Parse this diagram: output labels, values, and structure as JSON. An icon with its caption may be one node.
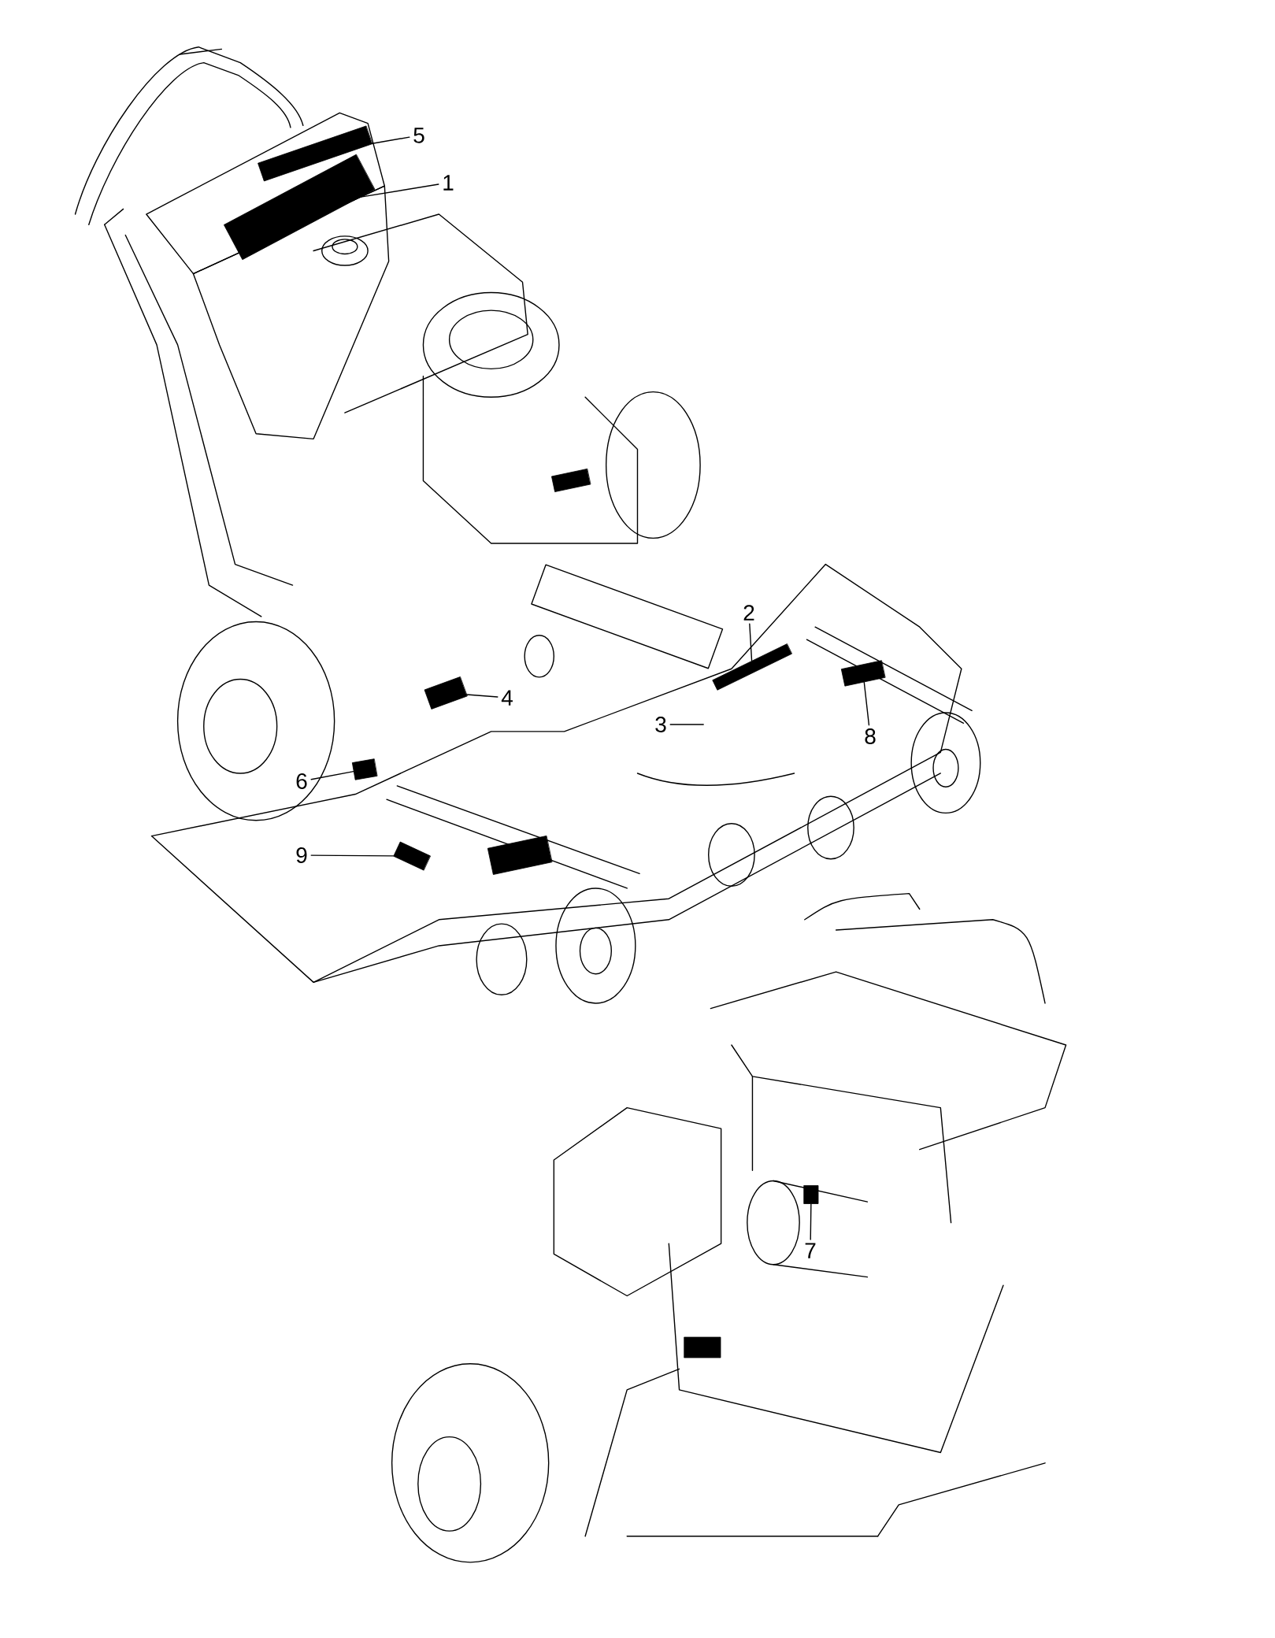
{
  "diagram": {
    "nodes": [
      {
        "text": [
          "5"
        ]
      },
      {
        "text": [
          "1"
        ]
      },
      {
        "text": [
          "2"
        ]
      },
      {
        "text": [
          "4"
        ]
      },
      {
        "text": [
          "3"
        ]
      },
      {
        "text": [
          "8"
        ]
      },
      {
        "text": [
          "6"
        ]
      },
      {
        "text": [
          "9"
        ]
      },
      {
        "text": [
          "7"
        ]
      },
      {
        "text": [],
        "shape": "box"
      },
      {
        "text": [],
        "shape": "box"
      },
      {
        "text": [],
        "shape": "box"
      },
      {
        "text": [],
        "shape": "box"
      },
      {
        "text": [],
        "shape": "box"
      },
      {
        "text": [],
        "shape": "box"
      },
      {
        "text": [],
        "shape": "box"
      },
      {
        "text": [],
        "shape": "box"
      },
      {
        "text": [],
        "shape": "box"
      },
      {
        "text": [],
        "shape": "box"
      },
      {
        "text": [],
        "shape": "box"
      }
    ],
    "edges": [
      {
        "from": 0,
        "to": 9,
        "arrow": "none"
      },
      {
        "from": 1,
        "to": 10,
        "arrow": "none"
      },
      {
        "from": 2,
        "to": 11,
        "arrow": "none"
      },
      {
        "from": 3,
        "to": 12,
        "arrow": "none"
      },
      {
        "from": 4,
        "to": null,
        "arrow": "none"
      },
      {
        "from": 5,
        "to": 13,
        "arrow": "none"
      },
      {
        "from": 6,
        "to": 14,
        "arrow": "none"
      },
      {
        "from": 7,
        "to": 15,
        "arrow": "none"
      },
      {
        "from": 8,
        "to": 16,
        "arrow": "none"
      }
    ]
  }
}
